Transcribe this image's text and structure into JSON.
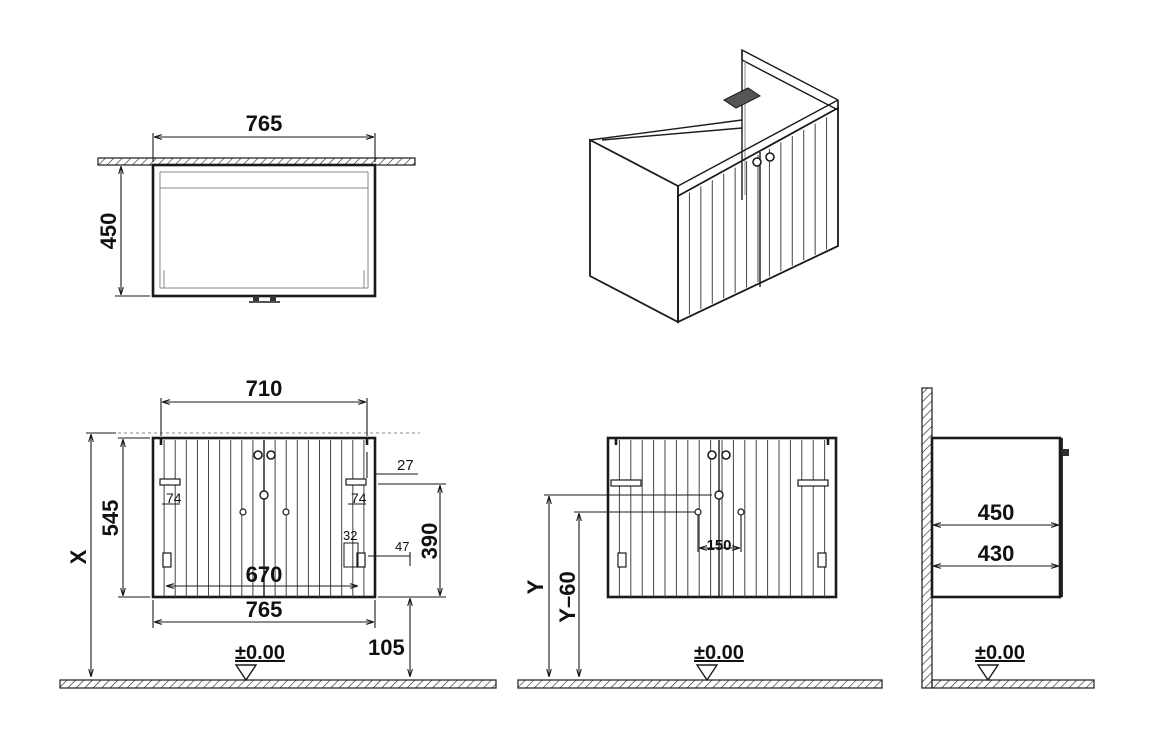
{
  "dimensions": {
    "top_width": "765",
    "top_depth": "450",
    "front_top_width": "710",
    "front_inner_width": "670",
    "front_bottom_width": "765",
    "front_height": "545",
    "front_side_offset": "27",
    "bracket_left": "74",
    "bracket_right": "74",
    "bracket_small_a": "32",
    "bracket_small_b": "47",
    "drain_height": "390",
    "floor_gap": "105",
    "height_x": "X",
    "height_y": "Y",
    "height_y60": "Y–60",
    "center_spacing": "150",
    "side_depth_outer": "450",
    "side_depth_inner": "430",
    "floor_level_1": "±0.00",
    "floor_level_2": "±0.00",
    "floor_level_3": "±0.00"
  },
  "views": [
    "top-view",
    "isometric-view",
    "front-view",
    "rear-view",
    "side-view"
  ]
}
